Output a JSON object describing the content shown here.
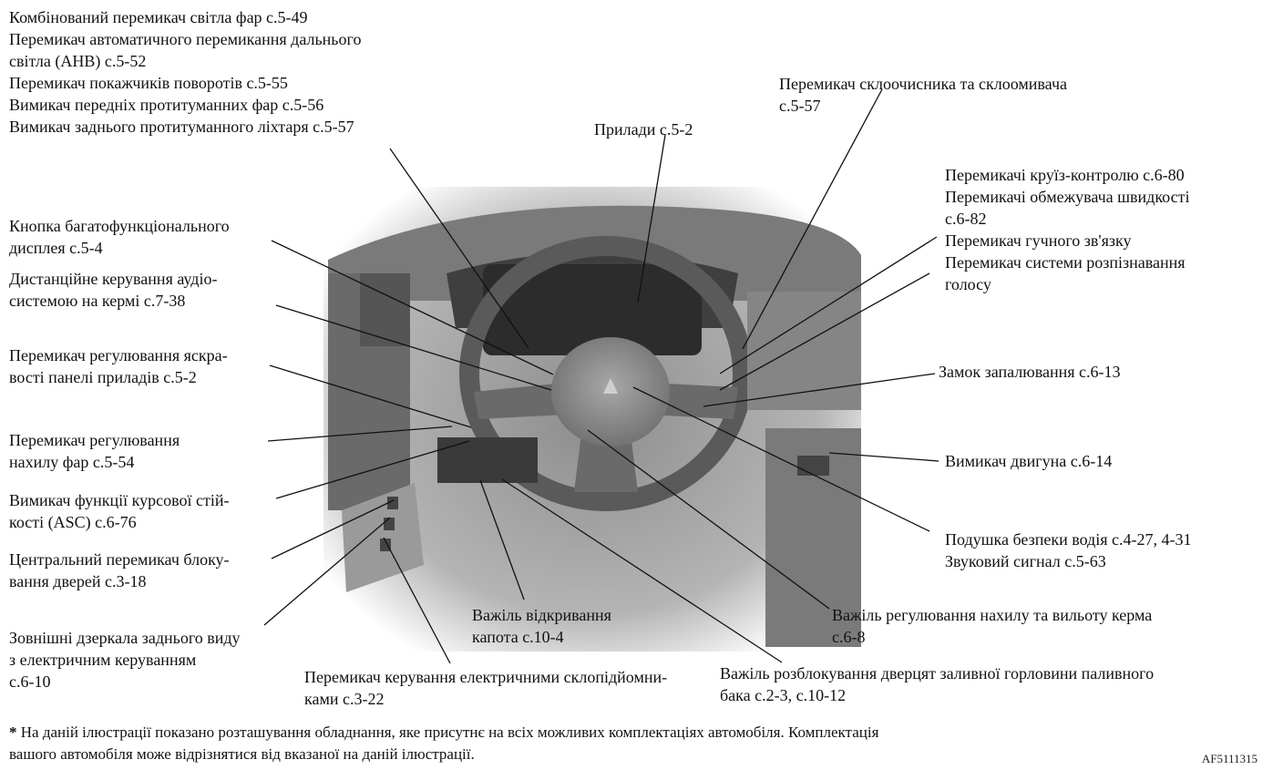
{
  "labels": {
    "headlight_combo": [
      "Комбінований перемикач світла фар с.5-49",
      "Перемикач автоматичного перемикання дальнього",
      "світла (AHB) с.5-52",
      "Перемикач покажчиків поворотів с.5-55",
      "Вимикач передніх протитуманних фар с.5-56",
      "Вимикач заднього протитуманного ліхтаря с.5-57"
    ],
    "instruments": [
      "Прилади с.5-2"
    ],
    "wiper": [
      "Перемикач склоочисника та склоомивача",
      "с.5-57"
    ],
    "cruise": [
      "Перемикачі круїз-контролю с.6-80",
      "Перемикачі обмежувача швидкості",
      "с.6-82",
      "Перемикач гучного зв'язку",
      "Перемикач системи розпізнавання",
      "голосу"
    ],
    "multi_display": [
      "Кнопка багатофункціонального",
      "дисплея с.5-4"
    ],
    "audio_remote": [
      "Дистанційне керування аудіо-",
      "системою на кермі с.7-38"
    ],
    "brightness": [
      "Перемикач регулювання яскра-",
      "вості панелі приладів с.5-2"
    ],
    "headlight_level": [
      "Перемикач регулювання",
      "нахилу фар с.5-54"
    ],
    "asc": [
      "Вимикач функції курсової стій-",
      "кості (ASC) с.6-76"
    ],
    "door_lock": [
      "Центральний перемикач блоку-",
      "вання дверей с.3-18"
    ],
    "mirrors": [
      "Зовнішні дзеркала заднього виду",
      "з електричним керуванням",
      "с.6-10"
    ],
    "ignition": [
      "Замок запалювання с.6-13"
    ],
    "engine_switch": [
      "Вимикач двигуна с.6-14"
    ],
    "airbag": [
      "Подушка безпеки водія с.4-27, 4-31",
      "Звуковий сигнал с.5-63"
    ],
    "steering_adjust": [
      "Важіль регулювання нахилу та вильоту керма",
      "с.6-8"
    ],
    "hood": [
      "Важіль відкривання",
      "капота с.10-4"
    ],
    "windows": [
      "Перемикач керування електричними склопідйомни-",
      "ками с.3-22"
    ],
    "fuel_door": [
      "Важіль розблокування дверцят заливної горловини паливного",
      "бака с.2-3, с.10-12"
    ]
  },
  "footnote": {
    "mark": "*",
    "line1": "На даній ілюстрації показано розташування обладнання, яке присутнє на всіх можливих комплектаціях автомобіля. Комплектація",
    "line2": "вашого автомобіля може відрізнятися від вказаної на даній ілюстрації."
  },
  "figure_code": "AF5111315"
}
